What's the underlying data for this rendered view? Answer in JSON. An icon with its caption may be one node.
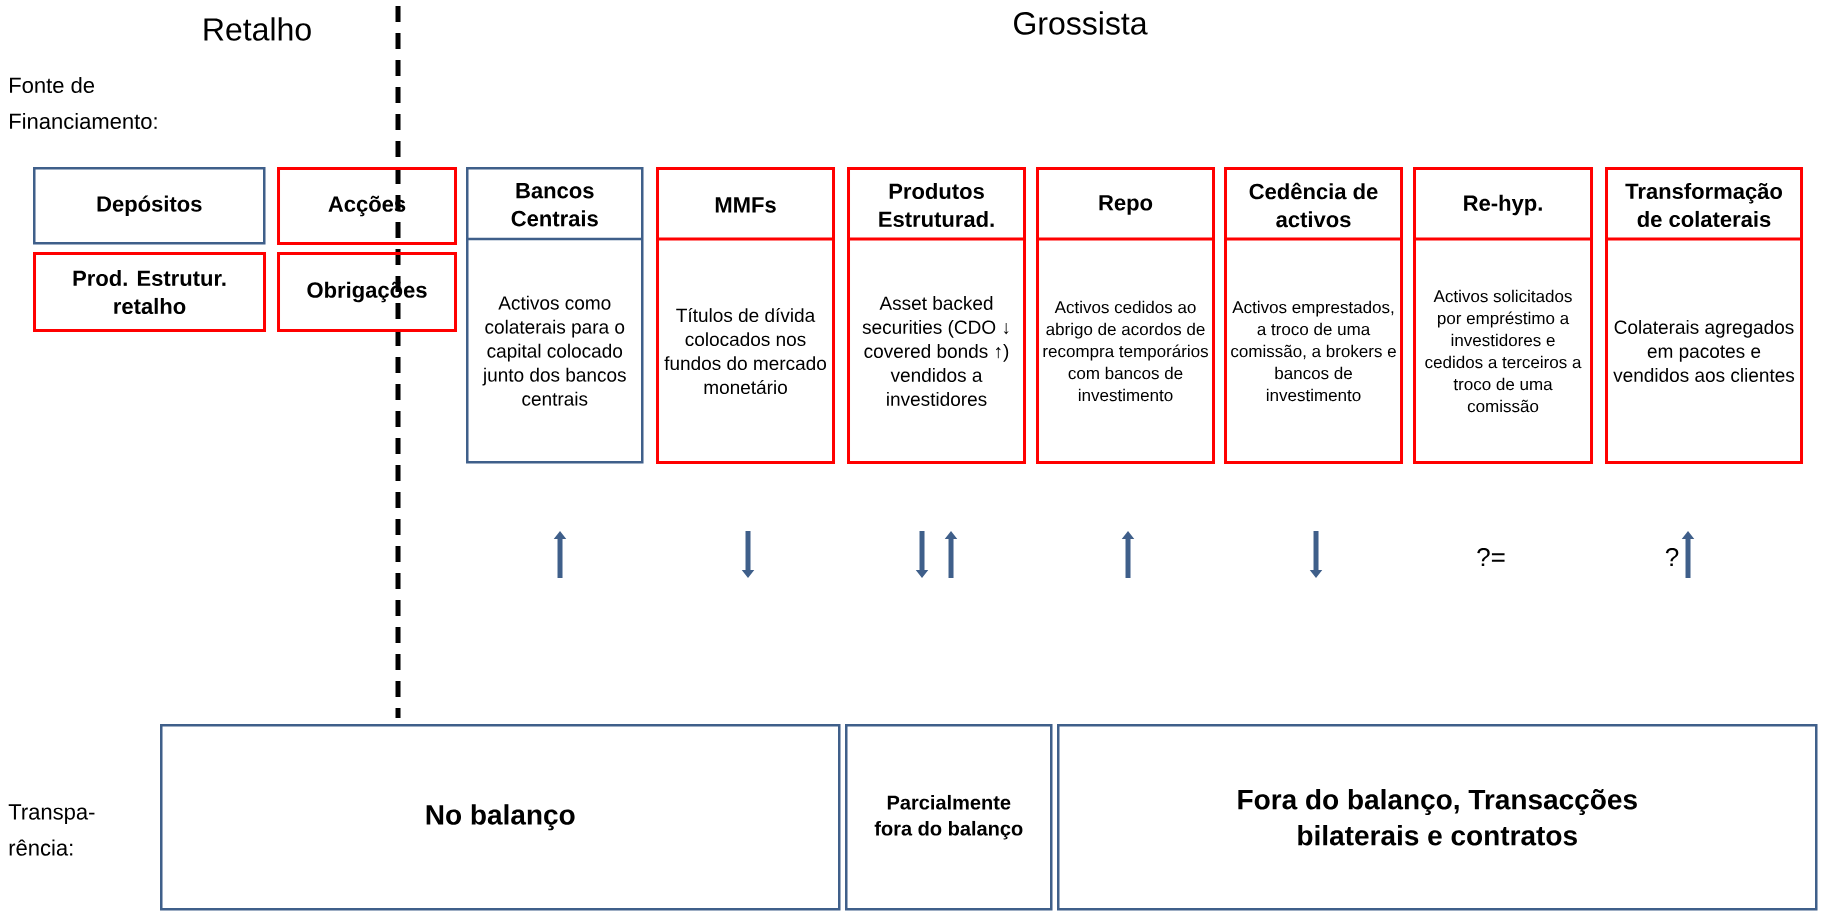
{
  "diagram": {
    "nodes": [
      {
        "text": [
          "Depósitos"
        ]
      },
      {
        "text": [
          "Acções"
        ]
      },
      {
        "text": [
          "Bancos Centrais",
          "Activos como colaterais para o capital colocado junto dos bancos centrais"
        ]
      },
      {
        "text": [
          "MMFs",
          "Títulos de dívida colocados nos fundos do mercado monetário"
        ]
      },
      {
        "text": [
          "Produtos Estruturad.",
          "Asset backed securities (CDO ↓ covered bonds ↑) vendidos a investidores"
        ]
      },
      {
        "text": [
          "Repo",
          "Activos cedidos ao abrigo de acordos de recompra temporários com bancos de investimento"
        ]
      },
      {
        "text": [
          "Cedência de activos",
          "Activos emprestados, a troco de uma comissão, a brokers e bancos de investimento"
        ]
      },
      {
        "text": [
          "Re-hyp.",
          "Activos solicitados por empréstimo a investidores e cedidos a terceiros a troco de uma comissão"
        ]
      },
      {
        "text": [
          "Transformação de colaterais",
          "Colaterais agregados em pacotes e vendidos aos clientes"
        ]
      },
      {
        "text": [
          "Prod. Estrutur. retalho"
        ]
      },
      {
        "text": [
          "Obrigações"
        ]
      },
      {
        "text": [
          "No balanço"
        ]
      },
      {
        "text": [
          "Parcialmente fora do balanço"
        ]
      },
      {
        "text": [
          "Fora do balanço, Transacções bilaterais e contratos"
        ]
      }
    ],
    "labels": [
      "Retalho",
      "Grossista",
      "Fonte de Financiamento:",
      "?=",
      "?",
      "Transpa- rência:"
    ]
  }
}
